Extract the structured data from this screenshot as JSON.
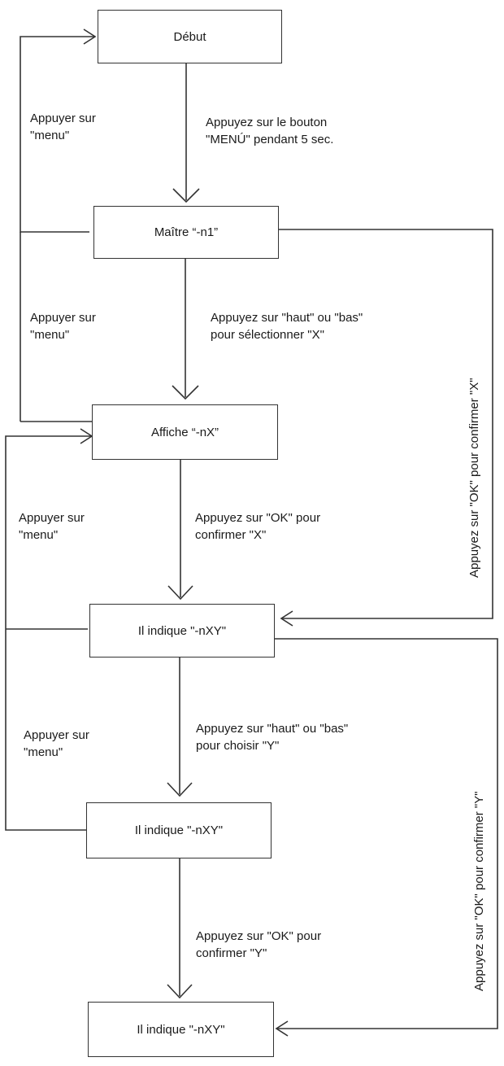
{
  "nodes": {
    "start": "Début",
    "master": "Maître “-n1”",
    "display_nx": "Affiche “-nX”",
    "indicates_nxy_1": "Il indique \"-nXY\"",
    "indicates_nxy_2": "Il indique \"-nXY\"",
    "indicates_nxy_3": "Il indique \"-nXY\""
  },
  "edges": {
    "start_to_master": [
      "Appuyez sur le bouton",
      "\"MENÚ\" pendant 5 sec."
    ],
    "master_to_display": [
      "Appuyez sur \"haut\" ou \"bas\"",
      "pour sélectionner \"X\""
    ],
    "display_to_nxy1": [
      "Appuyez sur \"OK\" pour",
      "confirmer \"X\""
    ],
    "nxy1_to_nxy2": [
      "Appuyez sur \"haut\" ou \"bas\"",
      "pour choisir \"Y\""
    ],
    "nxy2_to_nxy3": [
      "Appuyez sur \"OK\" pour",
      "confirmer \"Y\""
    ],
    "master_back_to_start": [
      "Appuyer sur",
      "\"menu\""
    ],
    "display_back_to_start": [
      "Appuyer sur",
      "\"menu\""
    ],
    "nxy1_back_to_display": [
      "Appuyer sur",
      "\"menu\""
    ],
    "nxy2_back_to_display": [
      "Appuyer sur",
      "\"menu\""
    ],
    "master_ok_to_nxy1": "Appuyez sur \"OK\" pour confirmer \"X\"",
    "nxy1_ok_to_nxy3": "Appuyez sur \"OK\" pour confirmer \"Y\""
  },
  "colors": {
    "line": "#333333",
    "text": "#1a1a1a"
  }
}
